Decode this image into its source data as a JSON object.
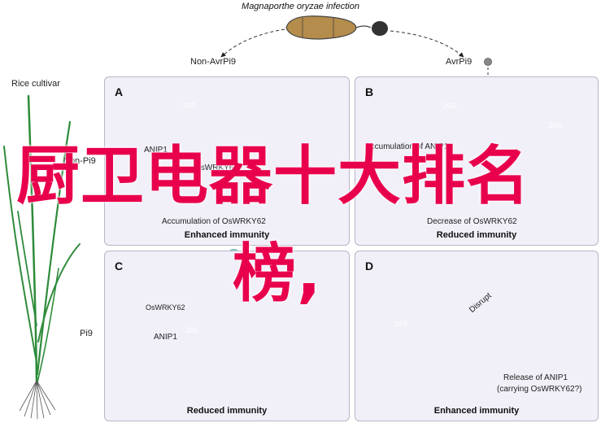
{
  "header": {
    "infection_title": "Magnaporthe oryzae infection",
    "non_avr_label": "Non-AvrPi9",
    "avr_label": "AvrPi9"
  },
  "sidebar": {
    "rice_label": "Rice cultivar",
    "non_pi9_label": "Non-Pi9",
    "pi9_label": "Pi9"
  },
  "panels": {
    "a": {
      "letter": "A",
      "labels": [
        "26S",
        "ANIP1",
        "OsWRKY62",
        "Accumulation of OsWRKY62"
      ],
      "caption": "Enhanced immunity"
    },
    "b": {
      "letter": "B",
      "labels": [
        "26S",
        "Accumulation of ANIP1",
        "26S",
        "Decrease of OsWRKY62"
      ],
      "caption": "Reduced immunity"
    },
    "c": {
      "letter": "C",
      "labels": [
        "OsWRKY62",
        "ANIP1",
        "26S"
      ],
      "caption": "Reduced immunity"
    },
    "d": {
      "letter": "D",
      "labels": [
        "26S",
        "Disrupt",
        "Release of ANIP1",
        "(carrying OsWRKY62?)"
      ],
      "caption": "Enhanced immunity"
    }
  },
  "watermark": {
    "line1": "厨卫电器十大排名",
    "line2": "榜,"
  },
  "colors": {
    "overlay": "#e8004c",
    "panel_bg": "#f1eff8",
    "proteasome": "#8b6aa8",
    "wrky": "#9fd1dd",
    "anip1": "#a07b5a"
  }
}
